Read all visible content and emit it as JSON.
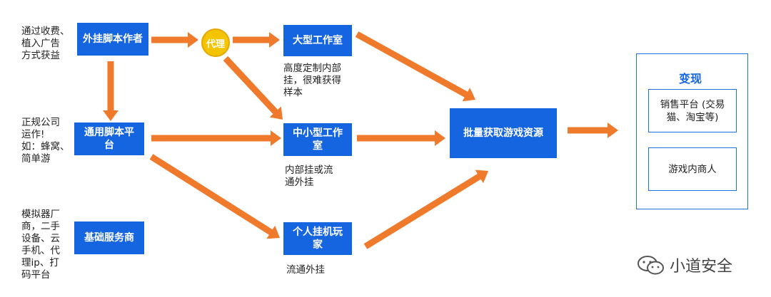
{
  "nodes": {
    "plugin_author": "外挂脚本作者",
    "general_platform": "通用脚本平台",
    "base_service": "基础服务商",
    "agent": "代理",
    "large_studio": "大型工作室",
    "mid_studio": "中小型工作室",
    "personal_player": "个人挂机玩家",
    "bulk_resource": "批量获取游戏资源"
  },
  "notes": {
    "plugin_author": [
      "通过收费、",
      "植入广告",
      "方式获益"
    ],
    "general_platform": [
      "正规公司",
      "运作!",
      "如：蜂窝、",
      "简单游"
    ],
    "base_service": [
      "模拟器厂",
      "商，二手",
      "设备、云",
      "手机、代",
      "理ip、打",
      "码平台"
    ],
    "large_studio": [
      "高度定制内部",
      "挂，很难获得",
      "样本"
    ],
    "mid_studio": [
      "内部挂或流",
      "通外挂"
    ],
    "personal_player": [
      "流通外挂"
    ]
  },
  "monetize": {
    "title": "变现",
    "sales_platform": [
      "销售平台 (交易",
      "猫、淘宝等)"
    ],
    "in_game_merchant": "游戏内商人"
  },
  "watermark": "小道安全",
  "colors": {
    "box_blue": "#1565e0",
    "arrow_orange": "#f07a2c",
    "agent_yellow": "#f5c400"
  }
}
